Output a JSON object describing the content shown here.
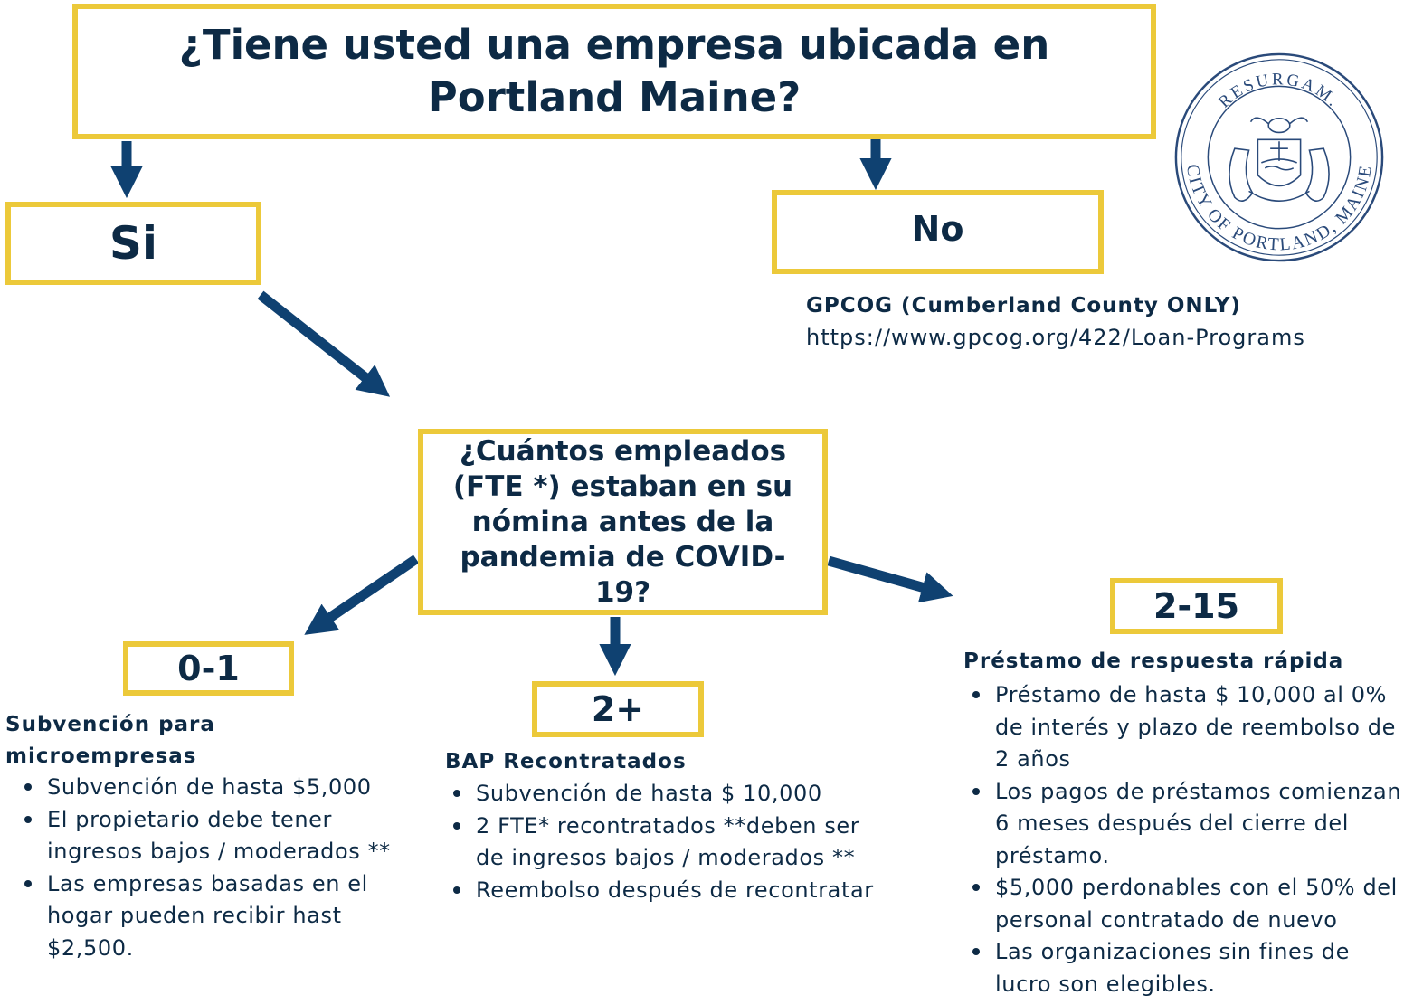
{
  "main_question": "¿Tiene usted una empresa ubicada en Portland Maine?",
  "yes_label": "Si",
  "no_label": "No",
  "no_branch": {
    "heading": "GPCOG (Cumberland County ONLY)",
    "url": "https://www.gpcog.org/422/Loan-Programs"
  },
  "employees_question": "¿Cuántos empleados (FTE *) estaban en su nómina antes de la pandemia de COVID-19?",
  "seal": {
    "top_text": "RESURGAM.",
    "bottom_text": "CITY OF PORTLAND, MAINE"
  },
  "branches": [
    {
      "range": "0-1",
      "title": "Subvención para microempresas",
      "bullets": [
        "Subvención de hasta $5,000",
        "El propietario debe tener ingresos bajos / moderados **",
        "Las empresas basadas en el hogar pueden recibir hast $2,500."
      ]
    },
    {
      "range": "2+",
      "title": "BAP Recontratados",
      "bullets": [
        "Subvención de hasta $ 10,000",
        "2 FTE* recontratados **deben ser de ingresos bajos / moderados **",
        "Reembolso después de recontratar"
      ]
    },
    {
      "range": "2-15",
      "title": "Préstamo de respuesta rápida",
      "bullets": [
        "Préstamo de hasta $ 10,000 al 0% de interés y plazo de reembolso de 2 años",
        "Los pagos de préstamos comienzan 6 meses después del cierre del préstamo.",
        "$5,000 perdonables con el 50% del personal contratado de nuevo",
        "Las organizaciones sin fines de lucro son elegibles."
      ]
    }
  ],
  "colors": {
    "navy": "#0d2a45",
    "arrow": "#0f4171",
    "box_border": "#ecc93a"
  }
}
